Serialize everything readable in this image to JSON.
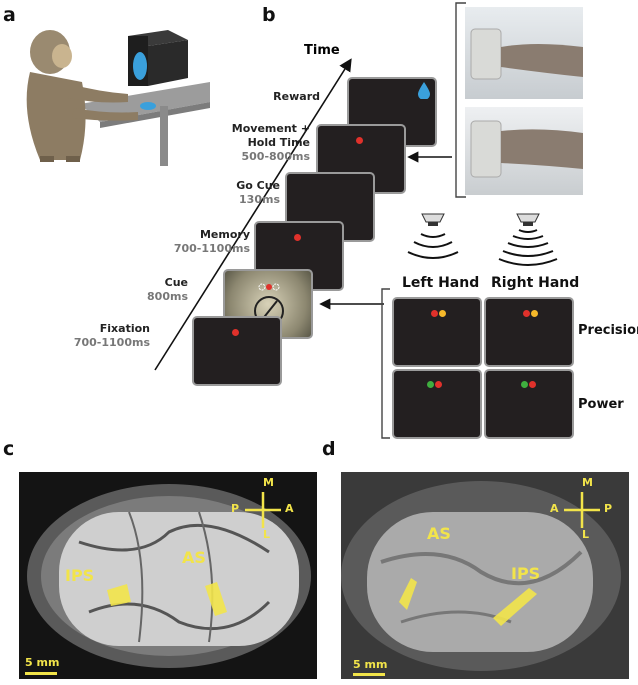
{
  "panels": {
    "a": "a",
    "b": "b",
    "c": "c",
    "d": "d"
  },
  "timeline": {
    "axis_label": "Time",
    "epochs": [
      {
        "name": "Fixation",
        "duration": "700-1100ms"
      },
      {
        "name": "Cue",
        "duration": "800ms"
      },
      {
        "name": "Memory",
        "duration": "700-1100ms"
      },
      {
        "name": "Go Cue",
        "duration": "130ms"
      },
      {
        "name": "Movement +",
        "name2": "Hold Time",
        "duration": "500-800ms"
      },
      {
        "name": "Reward",
        "duration": ""
      }
    ]
  },
  "conditions": {
    "left_hand": "Left Hand",
    "right_hand": "Right Hand",
    "precision": "Precision",
    "power": "Power"
  },
  "colors": {
    "cue_red": "#e0312b",
    "precision_yellow": "#f5b82a",
    "power_green": "#3fae3f",
    "mri_yellow": "#f2e44a",
    "reward_blue": "#3aa0dc"
  },
  "mri_c": {
    "ips": "IPS",
    "as": "AS",
    "m": "M",
    "l": "L",
    "p": "P",
    "a": "A",
    "scale": "5 mm"
  },
  "mri_d": {
    "ips": "IPS",
    "as": "AS",
    "m": "M",
    "l": "L",
    "p": "P",
    "a": "A",
    "scale": "5 mm"
  }
}
